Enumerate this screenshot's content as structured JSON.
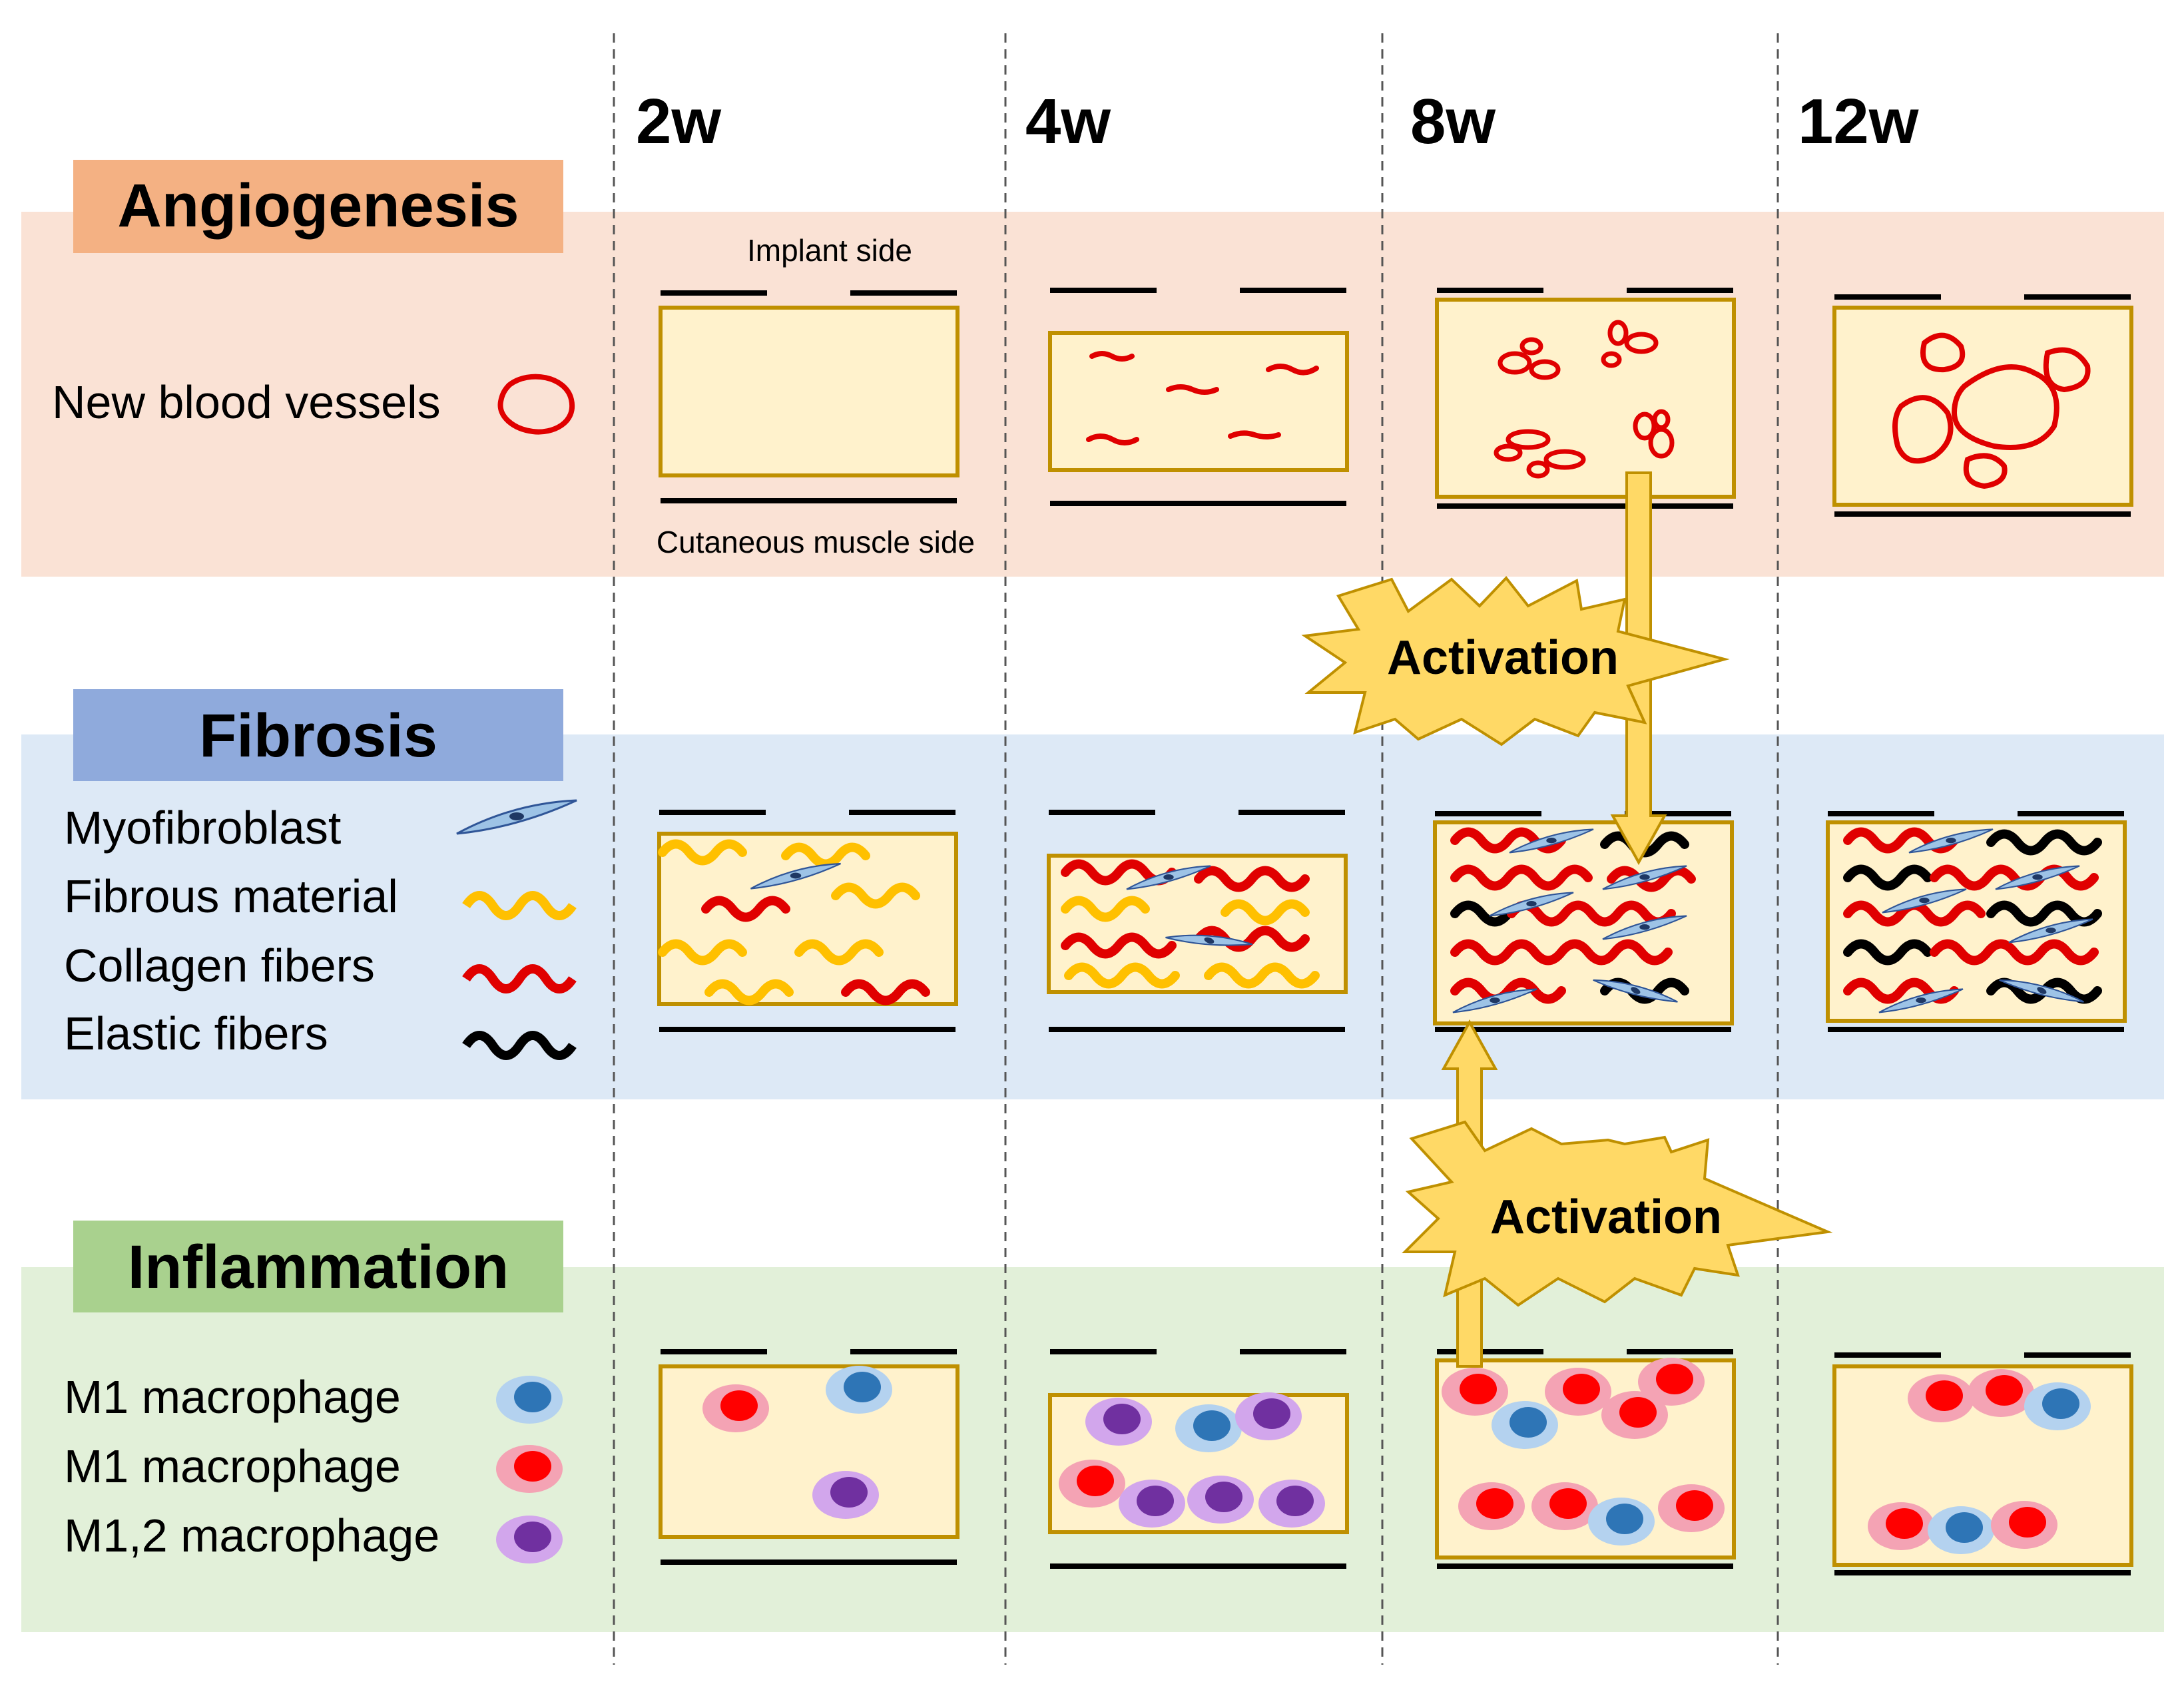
{
  "columns": [
    "2w",
    "4w",
    "8w",
    "12w"
  ],
  "side_labels": {
    "implant": "Implant side",
    "muscle": "Cutaneous muscle side"
  },
  "activation_label": "Activation",
  "rows": {
    "angiogenesis": {
      "title": "Angiogenesis",
      "band_color": "#fae2d5",
      "title_color": "#f4b183",
      "legend": [
        {
          "label": "New blood vessels",
          "icon": "blood-vessel-icon"
        }
      ]
    },
    "fibrosis": {
      "title": "Fibrosis",
      "band_color": "#dde9f6",
      "title_color": "#8faadc",
      "legend": [
        {
          "label": "Myofibroblast",
          "icon": "myofibroblast-icon"
        },
        {
          "label": "Fibrous material",
          "icon": "fibrous-material-icon"
        },
        {
          "label": "Collagen fibers",
          "icon": "collagen-fiber-icon"
        },
        {
          "label": "Elastic fibers",
          "icon": "elastic-fiber-icon"
        }
      ]
    },
    "inflammation": {
      "title": "Inflammation",
      "band_color": "#e2f0d9",
      "title_color": "#a9d18e",
      "legend": [
        {
          "label": "M1 macrophage",
          "icon": "m1-blue-macrophage-icon"
        },
        {
          "label": "M1 macrophage",
          "icon": "m1-red-macrophage-icon"
        },
        {
          "label": "M1,2 macrophage",
          "icon": "m12-macrophage-icon"
        }
      ]
    }
  },
  "colors": {
    "tissue_fill": "#fff2cc",
    "tissue_border": "#bf9000",
    "vessel": "#e00000",
    "fibrous": "#ffc000",
    "collagen": "#e00000",
    "elastic": "#000000",
    "myofibroblast": "#9dc3e6",
    "arrow": "#ffd966",
    "starburst": "#ffd966"
  }
}
